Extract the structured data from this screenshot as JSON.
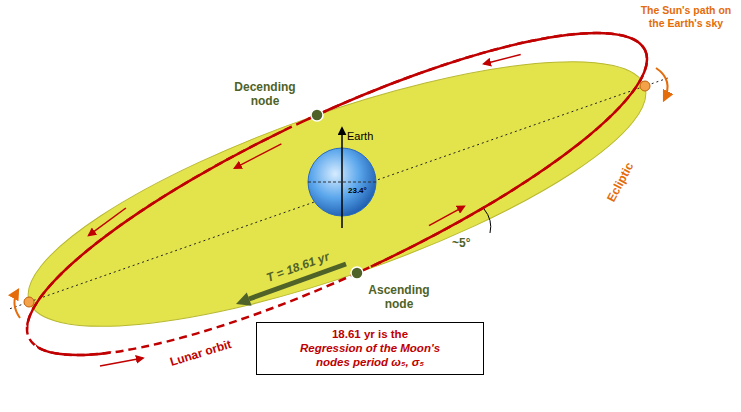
{
  "diagram": {
    "nodes": [
      {
        "text": [
          "Earth",
          "23.4°"
        ]
      },
      {
        "text": [
          "18.61 yr is the",
          "Regression of the Moon's nodes period ω₅, σ₅"
        ]
      }
    ],
    "labels": [
      "The Sun's path on the Earth's sky",
      "Decending node",
      "Ecliptic",
      "~5°",
      "T = 18.61 yr",
      "Ascending node",
      "Lunar orbit"
    ]
  }
}
